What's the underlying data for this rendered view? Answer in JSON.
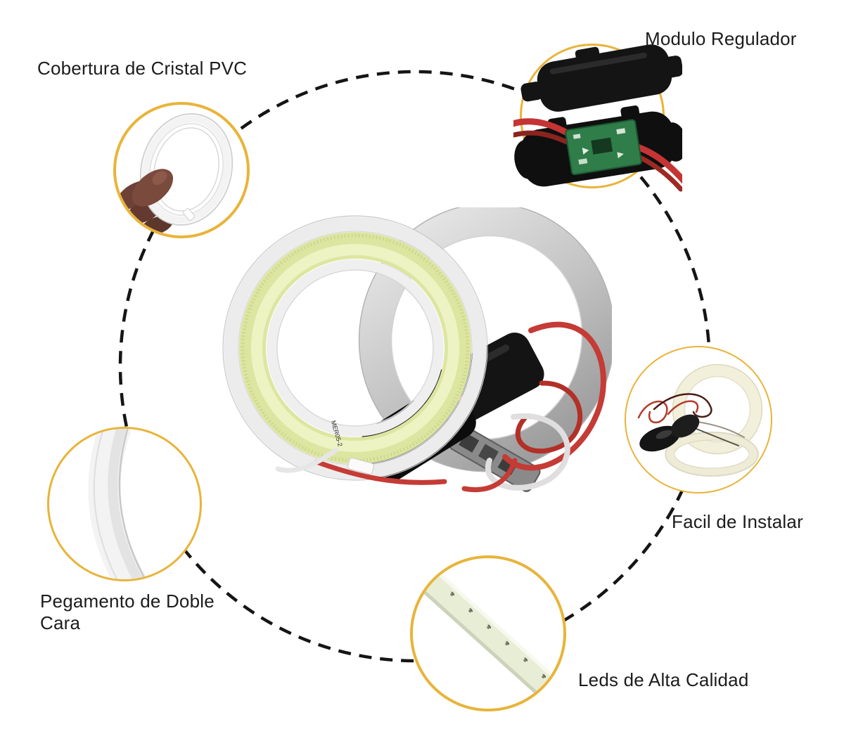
{
  "figure": {
    "type": "product-infographic",
    "background_color": "#FFFFFF",
    "accent_color": "#E8B43A",
    "dash_color": "#151515",
    "text_color": "#1C1C1C",
    "cob_strip_color": "#DDE6A0",
    "pcb_color": "#2F7D49",
    "wire_red_color": "#C53B35",
    "cream_ring_color": "#F2EFDA"
  },
  "callouts": {
    "cobertura": {
      "label": "Cobertura de Cristal PVC",
      "image": "pvc-crystal-cover-ring-held-by-hand"
    },
    "modulo": {
      "label": "Modulo Regulador",
      "image": "regulator-module-open-case-pcb-red-wires"
    },
    "facil": {
      "label": "Facil de Instalar",
      "image": "two-halo-rings-with-driver-modules-and-wires"
    },
    "pegamento": {
      "label": "Pegamento de Doble Cara",
      "image": "double-sided-tape-edge-closeup"
    },
    "leds": {
      "label": "Leds de Alta Calidad",
      "image": "cob-led-strip-closeup"
    }
  },
  "product": {
    "image": "pair-of-cob-angel-eye-halo-rings-with-driver-modules-and-wires",
    "ring_marking": "MER05-2"
  }
}
